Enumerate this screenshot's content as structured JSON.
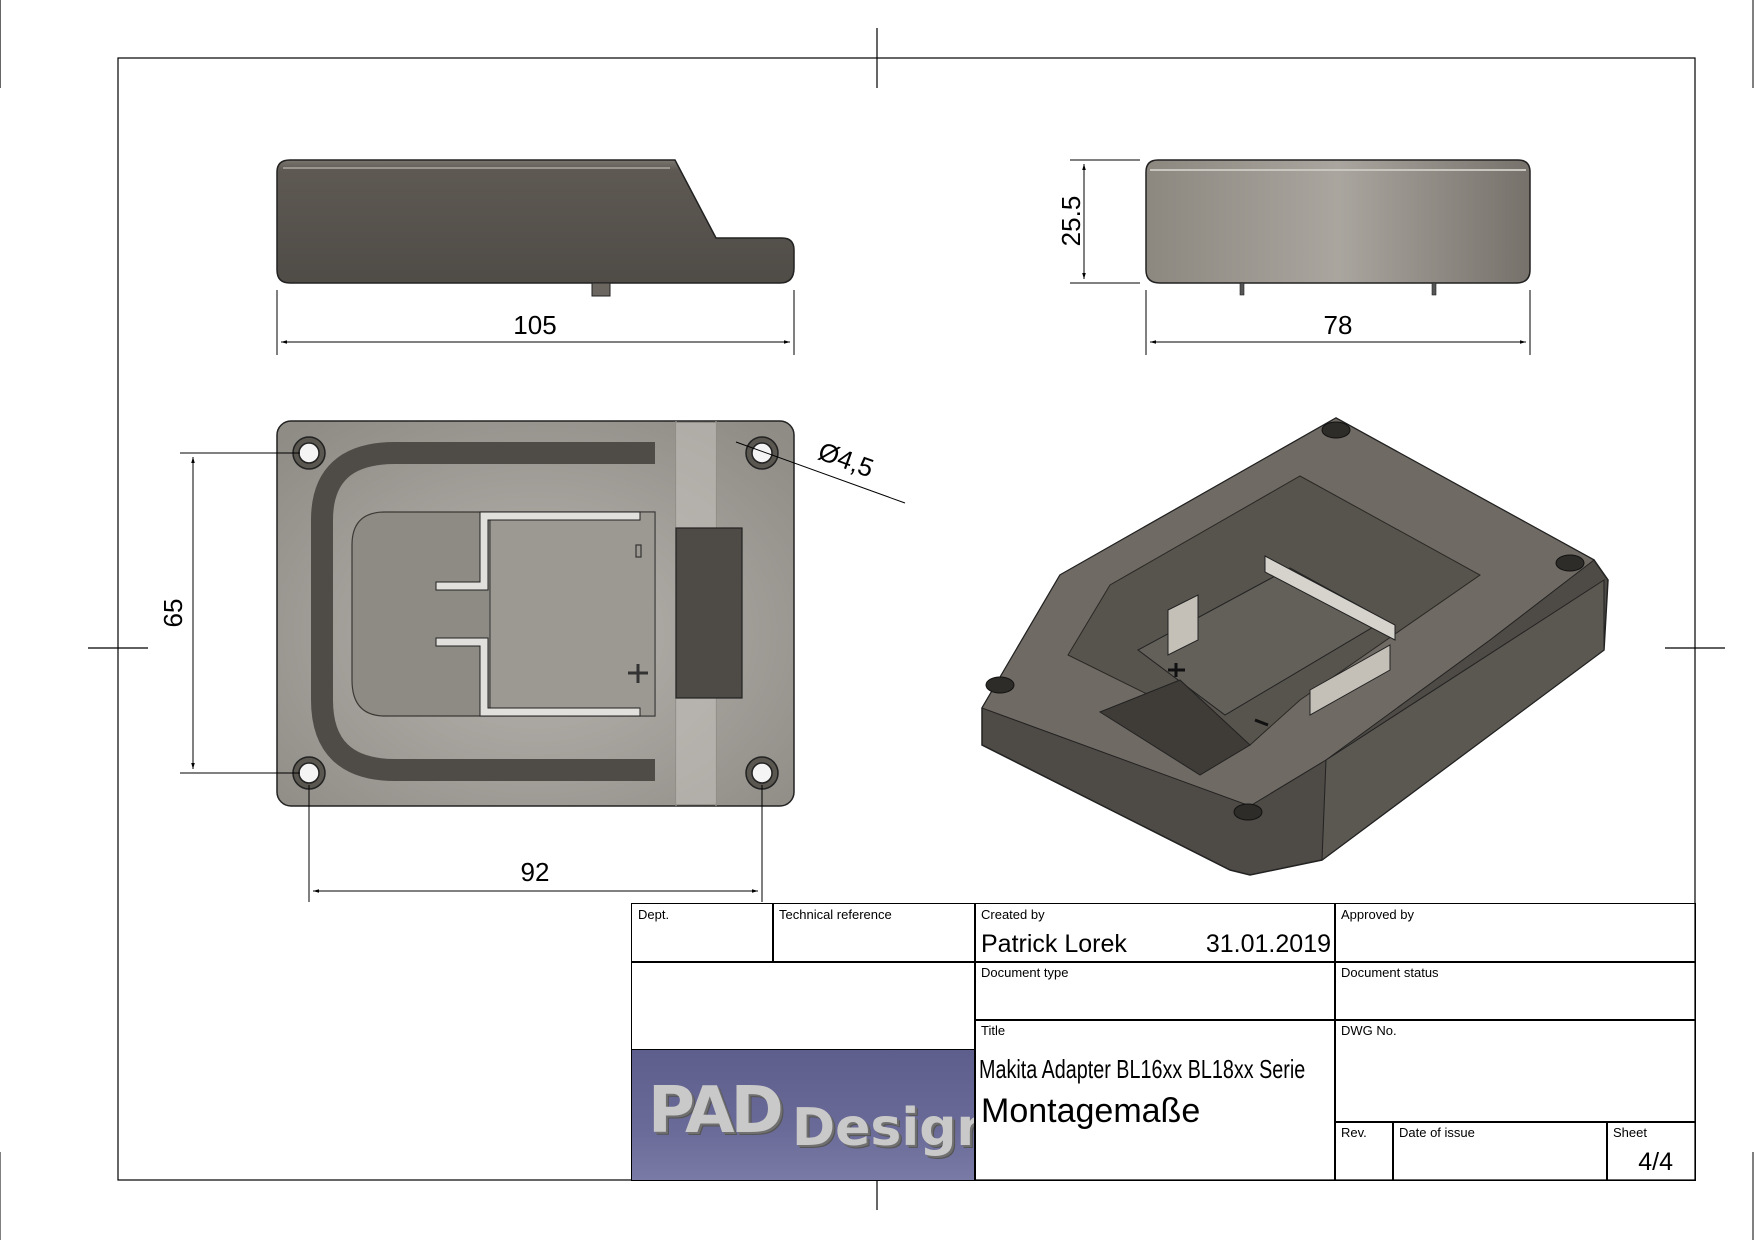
{
  "dimensions": {
    "side_width": "105",
    "end_width": "78",
    "height": "25.5",
    "hole_spacing_vertical": "65",
    "hole_spacing_horizontal": "92",
    "hole_diameter": "Ø4,5"
  },
  "title_block": {
    "dept_label": "Dept.",
    "tech_ref_label": "Technical reference",
    "created_by_label": "Created by",
    "created_by_name": "Patrick Lorek",
    "created_date": "31.01.2019",
    "approved_by_label": "Approved by",
    "document_type_label": "Document type",
    "document_status_label": "Document status",
    "title_label": "Title",
    "title_line1": "Makita Adapter BL16xx BL18xx Serie",
    "title_line2": "Montagemaße",
    "dwg_no_label": "DWG No.",
    "rev_label": "Rev.",
    "date_of_issue_label": "Date of issue",
    "sheet_label": "Sheet",
    "sheet_value": "4/4"
  },
  "logo": {
    "text_left": "PAD",
    "text_right": "Design"
  },
  "colors": {
    "part_dark": "#57524c",
    "part_mid": "#6f6a63",
    "part_light": "#a9a59f",
    "logo_bg": "#6a6a98"
  }
}
